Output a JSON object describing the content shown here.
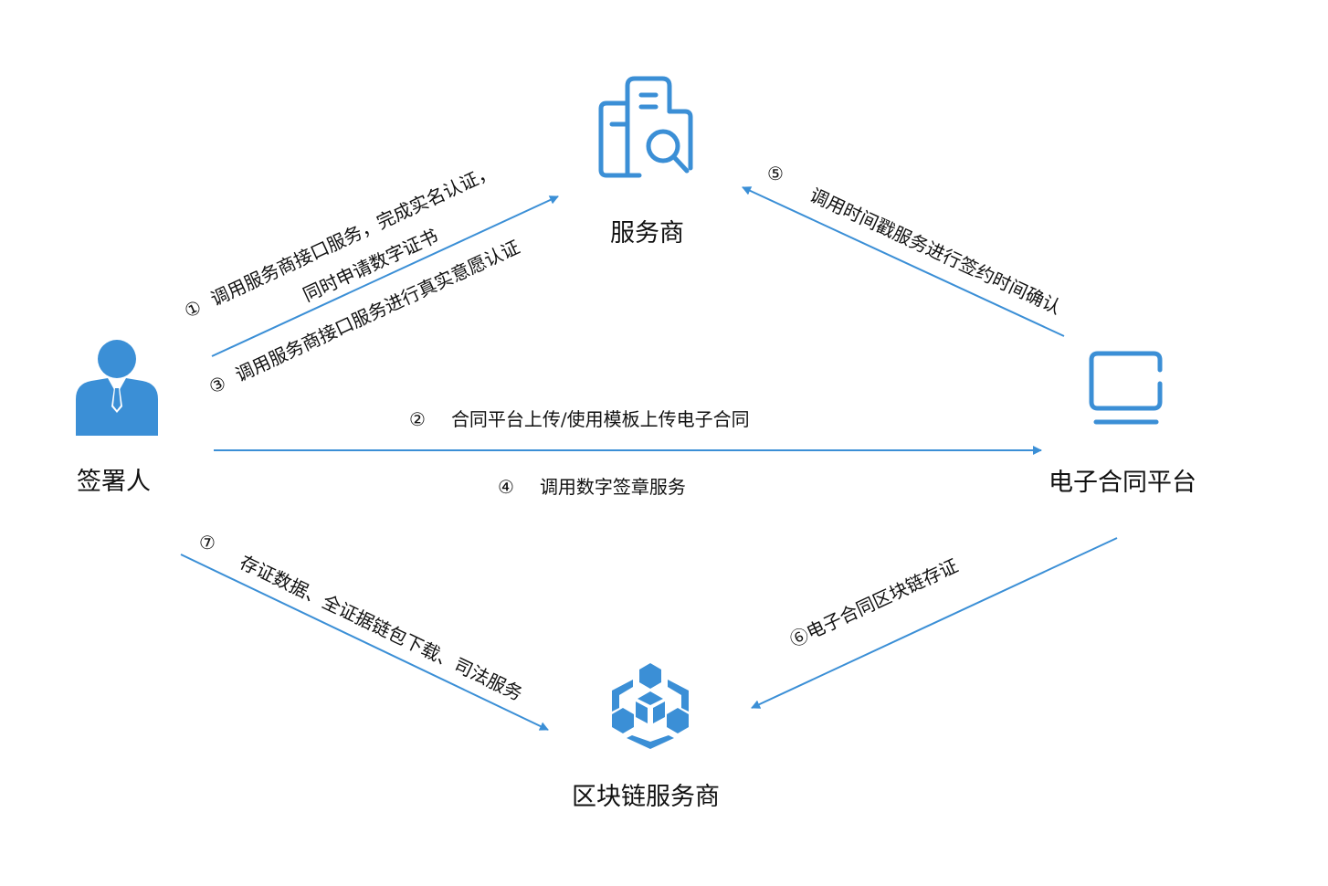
{
  "colors": {
    "accent": "#3b8fd6",
    "text": "#111111"
  },
  "nodes": {
    "signer": {
      "label": "签署人",
      "icon": "person-icon"
    },
    "service_provider": {
      "label": "服务商",
      "icon": "building-search-icon"
    },
    "contract_platform": {
      "label": "电子合同平台",
      "icon": "monitor-icon"
    },
    "blockchain_provider": {
      "label": "区块链服务商",
      "icon": "blockchain-cube-icon"
    }
  },
  "edges": [
    {
      "num": "①",
      "text": "调用服务商接口服务，完成实名认证，",
      "text2": "同时申请数字证书"
    },
    {
      "num": "②",
      "text": "合同平台上传/使用模板上传电子合同"
    },
    {
      "num": "③",
      "text": "调用服务商接口服务进行真实意愿认证"
    },
    {
      "num": "④",
      "text": "调用数字签章服务"
    },
    {
      "num": "⑤",
      "text": "调用时间戳服务进行签约时间确认"
    },
    {
      "num": "⑥",
      "text": "电子合同区块链存证"
    },
    {
      "num": "⑦",
      "text": "存证数据、全证据链包下载、司法服务"
    }
  ]
}
